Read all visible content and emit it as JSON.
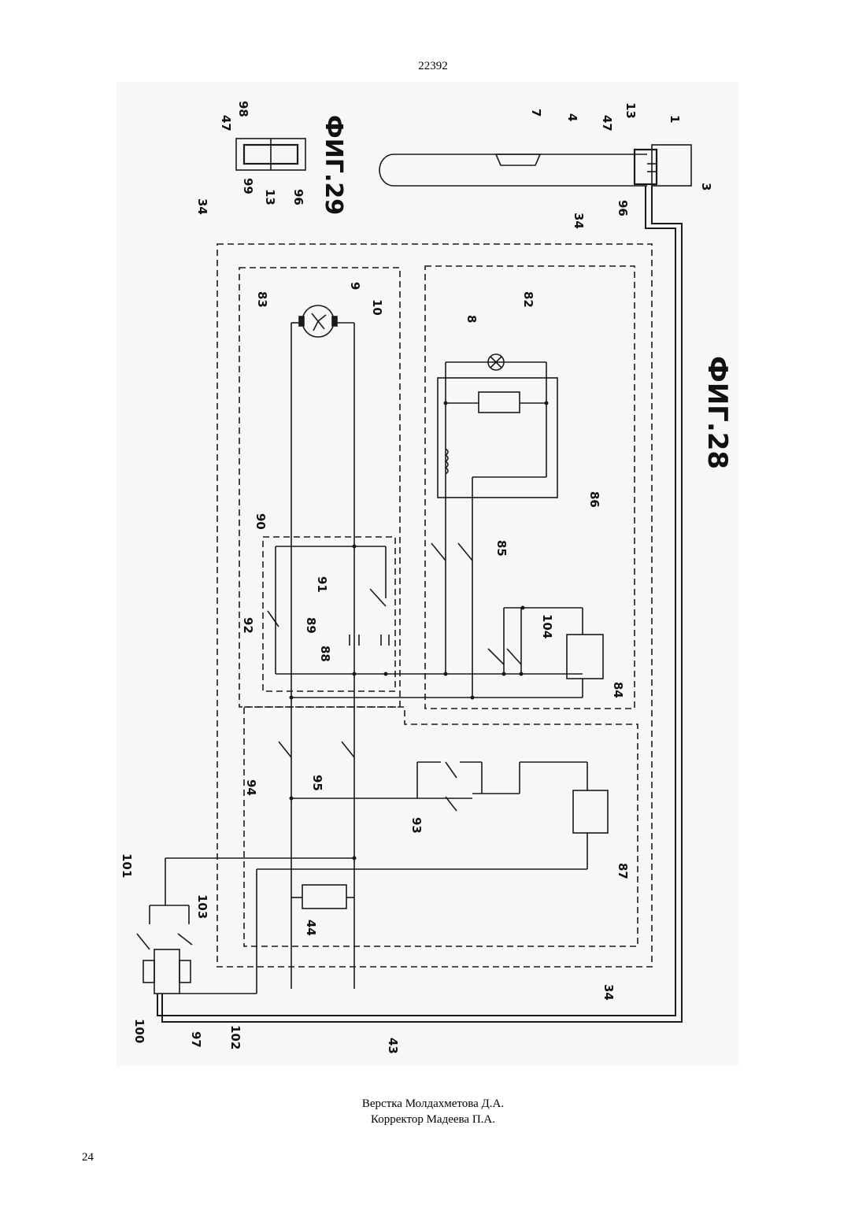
{
  "page": {
    "header_number": "22392",
    "credits": [
      "Верстка Молдахметова Д.А.",
      "Корректор Мадеева П.А."
    ],
    "page_number": "24"
  },
  "figure": {
    "fig_labels": [
      "ФИГ.28",
      "ФИГ.29"
    ],
    "callouts": [
      "1",
      "3",
      "4",
      "7",
      "8",
      "9",
      "10",
      "13",
      "34",
      "43",
      "44",
      "47",
      "82",
      "83",
      "84",
      "85",
      "86",
      "87",
      "88",
      "89",
      "90",
      "91",
      "92",
      "93",
      "94",
      "95",
      "96",
      "97",
      "98",
      "99",
      "100",
      "101",
      "102",
      "103",
      "104"
    ]
  }
}
